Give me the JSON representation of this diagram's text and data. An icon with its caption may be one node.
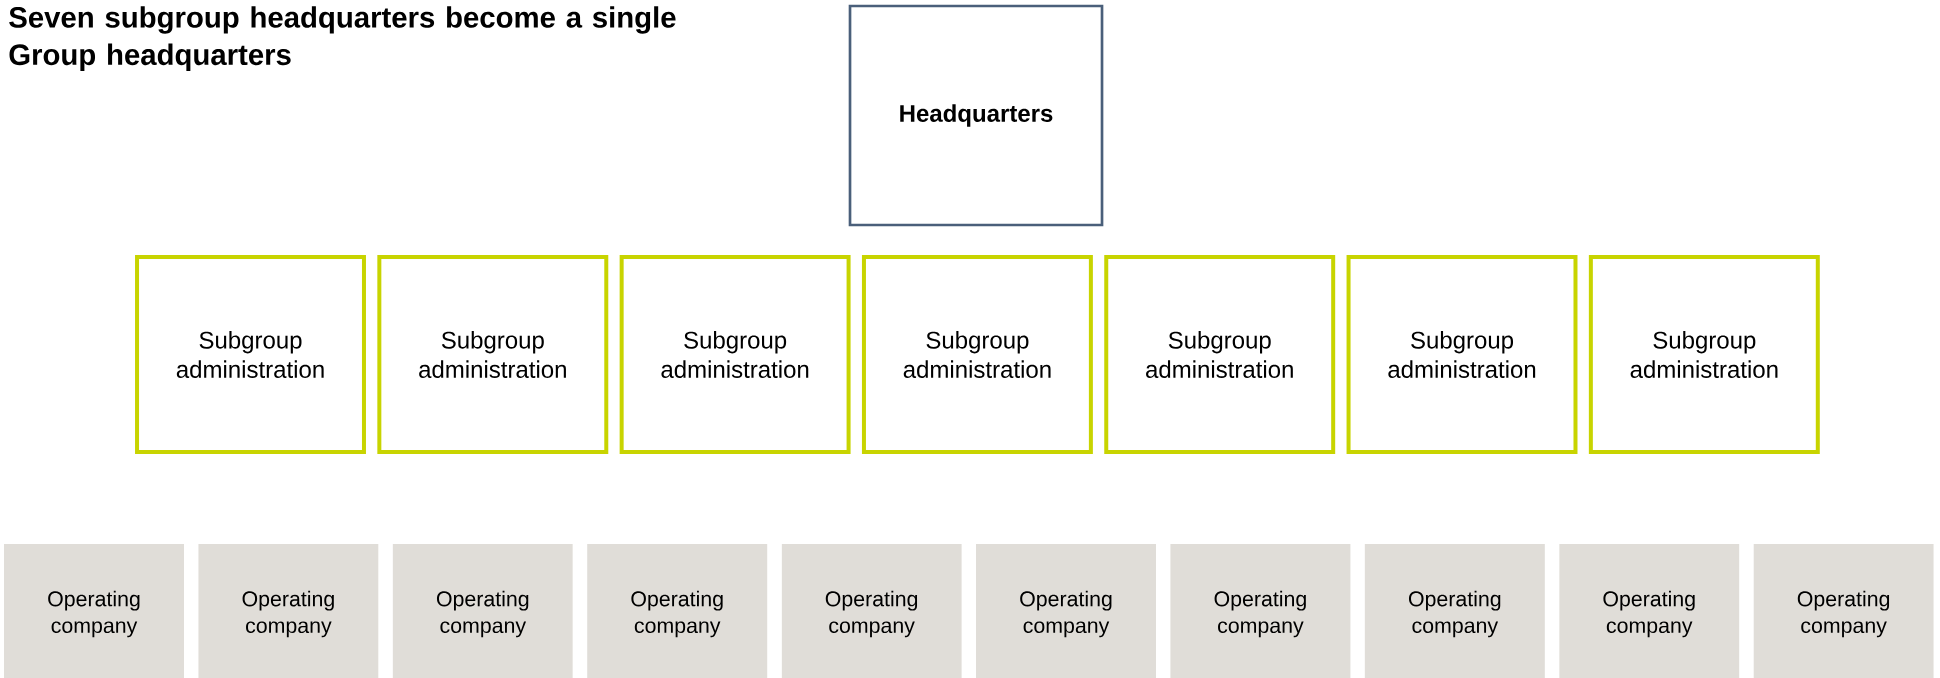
{
  "diagram": {
    "title": "Seven subgroup headquarters become a single Group headquarters",
    "nodes": [
      {
        "text": [
          "Headquarters"
        ]
      },
      {
        "text": [
          "Subgroup administration"
        ]
      },
      {
        "text": [
          "Subgroup administration"
        ]
      },
      {
        "text": [
          "Subgroup administration"
        ]
      },
      {
        "text": [
          "Subgroup administration"
        ]
      },
      {
        "text": [
          "Subgroup administration"
        ]
      },
      {
        "text": [
          "Subgroup administration"
        ]
      },
      {
        "text": [
          "Subgroup administration"
        ]
      },
      {
        "text": [
          "Operating company"
        ]
      },
      {
        "text": [
          "Operating company"
        ]
      },
      {
        "text": [
          "Operating company"
        ]
      },
      {
        "text": [
          "Operating company"
        ]
      },
      {
        "text": [
          "Operating company"
        ]
      },
      {
        "text": [
          "Operating company"
        ]
      },
      {
        "text": [
          "Operating company"
        ]
      },
      {
        "text": [
          "Operating company"
        ]
      },
      {
        "text": [
          "Operating company"
        ]
      },
      {
        "text": [
          "Operating company"
        ]
      }
    ]
  }
}
